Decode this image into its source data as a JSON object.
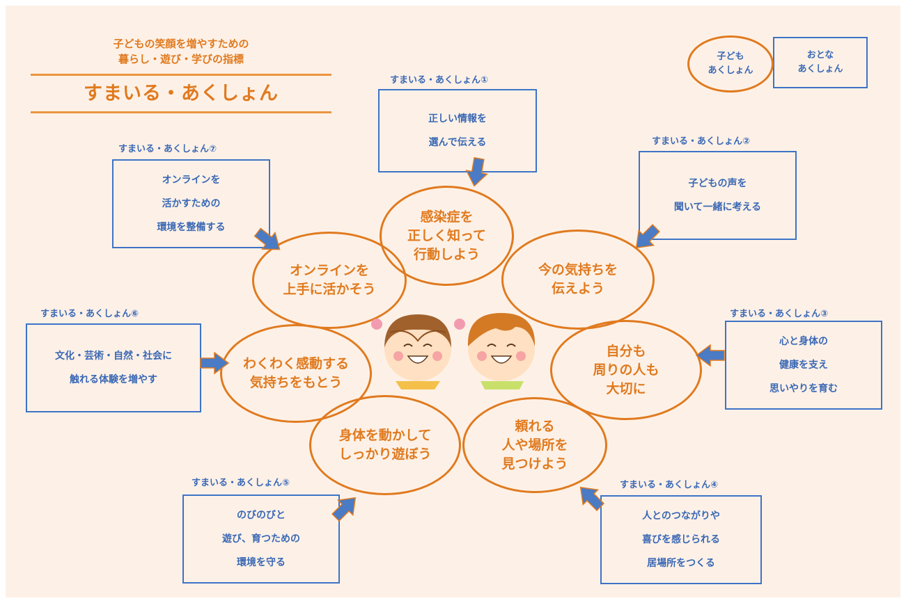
{
  "header": {
    "subtitle_line1": "子どもの笑顔を増やすための",
    "subtitle_line2": "暮らし・遊び・学びの指標",
    "title": "すまいる・あくしょん"
  },
  "legend": {
    "child_line1": "子ども",
    "child_line2": "あくしょん",
    "adult_line1": "おとな",
    "adult_line2": "あくしょん"
  },
  "adult_actions": [
    {
      "caption": "すまいる・あくしょん①",
      "lines": [
        "正しい情報を",
        "選んで伝える"
      ]
    },
    {
      "caption": "すまいる・あくしょん②",
      "lines": [
        "子どもの声を",
        "聞いて一緒に考える"
      ]
    },
    {
      "caption": "すまいる・あくしょん③",
      "lines": [
        "心と身体の",
        "健康を支え",
        "思いやりを育む"
      ]
    },
    {
      "caption": "すまいる・あくしょん④",
      "lines": [
        "人とのつながりや",
        "喜びを感じられる",
        "居場所をつくる"
      ]
    },
    {
      "caption": "すまいる・あくしょん⑤",
      "lines": [
        "のびのびと",
        "遊び、育つための",
        "環境を守る"
      ]
    },
    {
      "caption": "すまいる・あくしょん⑥",
      "lines": [
        "文化・芸術・自然・社会に",
        "触れる体験を増やす"
      ]
    },
    {
      "caption": "すまいる・あくしょん⑦",
      "lines": [
        "オンラインを",
        "活かすための",
        "環境を整備する"
      ]
    }
  ],
  "child_actions": [
    {
      "lines": [
        "感染症を",
        "正しく知って",
        "行動しよう"
      ]
    },
    {
      "lines": [
        "今の気持ちを",
        "伝えよう"
      ]
    },
    {
      "lines": [
        "自分も",
        "周りの人も",
        "大切に"
      ]
    },
    {
      "lines": [
        "頼れる",
        "人や場所を",
        "見つけよう"
      ]
    },
    {
      "lines": [
        "身体を動かして",
        "しっかり遊ぼう"
      ]
    },
    {
      "lines": [
        "わくわく感動する",
        "気持ちをもとう"
      ]
    },
    {
      "lines": [
        "オンラインを",
        "上手に活かそう"
      ]
    }
  ],
  "colors": {
    "background": "#fdf1e7",
    "orange": "#e07a1f",
    "blue": "#3a68b5",
    "arrow_blue": "#4a7bc4",
    "arrow_outline": "#e07a1f"
  },
  "icons": {
    "arrow": "block-arrow-icon",
    "children": "two-children-faces-illustration"
  }
}
